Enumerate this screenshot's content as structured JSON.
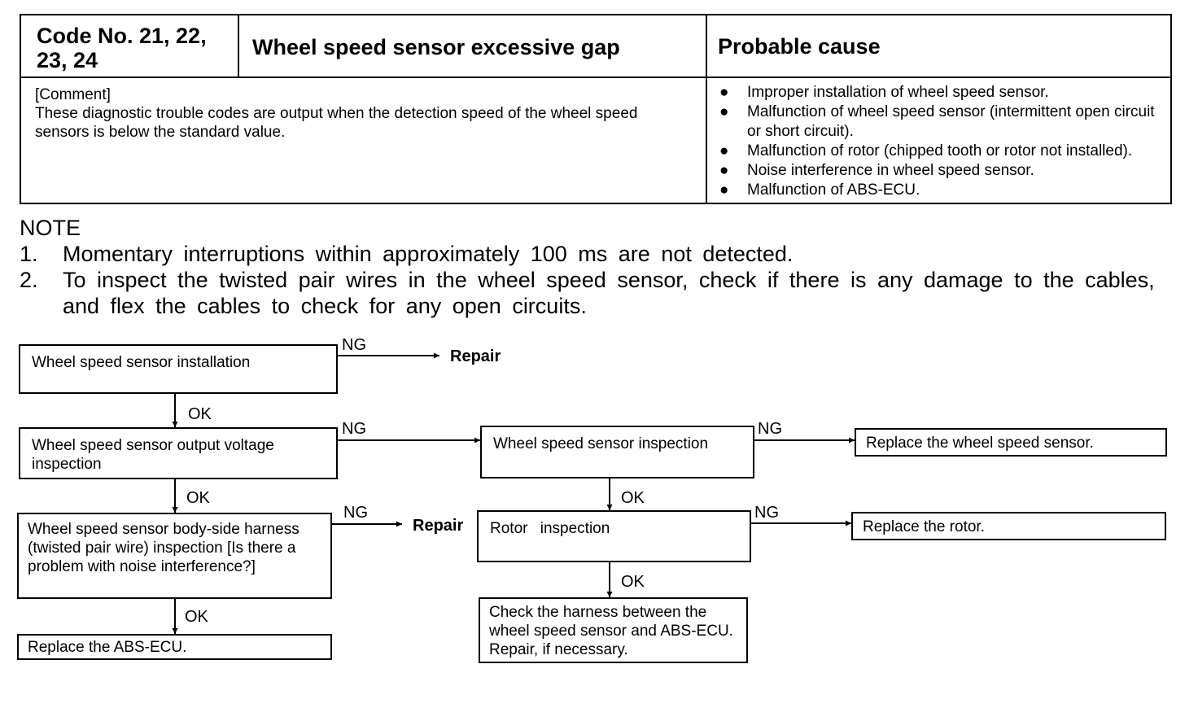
{
  "table": {
    "code": "Code No. 21, 22, 23, 24",
    "title": "Wheel speed sensor excessive gap",
    "cause_header": "Probable cause",
    "comment_label": "[Comment]",
    "comment_text": "These diagnostic trouble codes are output when the detection speed of the wheel speed sensors is below the standard value.",
    "bullet": "●",
    "causes": [
      "Improper installation of wheel speed sensor.",
      "Malfunction of wheel speed sensor (intermittent open circuit or short circuit).",
      "Malfunction of rotor (chipped tooth or rotor not installed).",
      "Noise interference in wheel speed sensor.",
      "Malfunction of ABS-ECU."
    ]
  },
  "note": {
    "heading": "NOTE",
    "items": [
      {
        "num": "1.",
        "text": "Momentary interruptions within approximately 100 ms are not detected."
      },
      {
        "num": "2.",
        "text": "To inspect the twisted pair wires in the wheel speed sensor, check if there is any damage to the cables, and flex the cables to check for any open circuits."
      }
    ]
  },
  "flow": {
    "box_installation": "Wheel speed sensor installation",
    "box_output_voltage": "Wheel speed sensor output voltage inspection",
    "box_harness": "Wheel speed sensor body-side harness (twisted pair wire) inspection [Is there a problem with noise interference?]",
    "box_replace_ecu": "Replace the ABS-ECU.",
    "box_sensor_inspection": "Wheel speed sensor inspection",
    "box_rotor_inspection": "Rotor inspection",
    "box_check_harness": "Check the harness between the wheel speed sensor and ABS-ECU. Repair, if necessary.",
    "box_replace_sensor": "Replace the wheel speed sensor.",
    "box_replace_rotor": "Replace the rotor.",
    "repair_1": "Repair",
    "repair_2": "Repair",
    "ng": "NG",
    "ok": "OK"
  }
}
